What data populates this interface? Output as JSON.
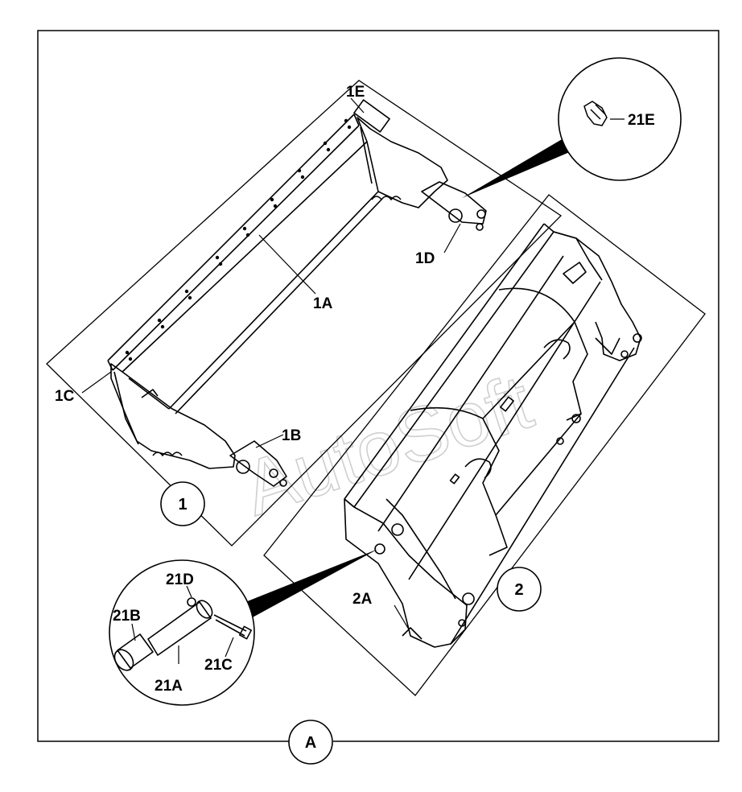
{
  "figure": {
    "frame_label": "A",
    "watermark": "AutoSoft"
  },
  "parts": {
    "bucket_1": {
      "callout": "1",
      "labels": [
        "1A",
        "1B",
        "1C",
        "1D",
        "1E"
      ]
    },
    "bucket_2": {
      "callout": "2",
      "labels": [
        "2A"
      ]
    },
    "detail_grease_fitting": {
      "labels": [
        "21E"
      ]
    },
    "detail_pin_kit": {
      "labels": [
        "21A",
        "21B",
        "21C",
        "21D"
      ]
    }
  }
}
